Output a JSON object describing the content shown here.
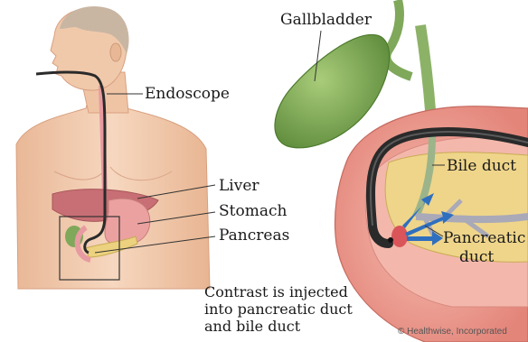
{
  "labels": {
    "endoscope": "Endoscope",
    "liver": "Liver",
    "stomach": "Stomach",
    "pancreas": "Pancreas",
    "gallbladder": "Gallbladder",
    "bile_duct": "Bile duct",
    "pancreatic_duct_line1": "Pancreatic",
    "pancreatic_duct_line2": "duct"
  },
  "caption": {
    "line1": "Contrast is injected",
    "line2": "into pancreatic duct",
    "line3": "and bile duct"
  },
  "credit": "© Healthwise, Incorporated",
  "colors": {
    "skin": "#f2cdb0",
    "liver": "#c9727a",
    "stomach": "#e8a0a0",
    "gallbladder": "#7fa85a",
    "duodenum_wall": "#f0a8a0",
    "pancreas": "#f0d68a",
    "scope": "#2a2a2a",
    "contrast_arrow": "#2f6fbf"
  }
}
